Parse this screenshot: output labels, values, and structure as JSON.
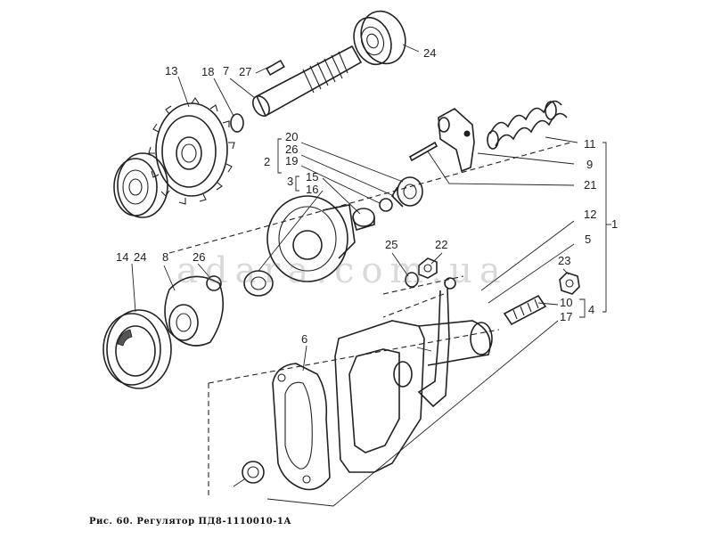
{
  "caption": "Рис. 60. Регулятор ПД8-1110010-1А",
  "watermark": "adara.com.ua",
  "labels": {
    "l13": "13",
    "l18": "18",
    "l7": "7",
    "l27": "27",
    "l24top": "24",
    "l11": "11",
    "l9": "9",
    "l21": "21",
    "l20": "20",
    "l26a": "26",
    "l19": "19",
    "l2": "2",
    "l3": "3",
    "l15": "15",
    "l16": "16",
    "l12": "12",
    "l1": "1",
    "l5": "5",
    "l25": "25",
    "l22": "22",
    "l23": "23",
    "l10": "10",
    "l17": "17",
    "l4": "4",
    "l14": "14",
    "l24": "24",
    "l8": "8",
    "l26b": "26",
    "l6": "6"
  }
}
